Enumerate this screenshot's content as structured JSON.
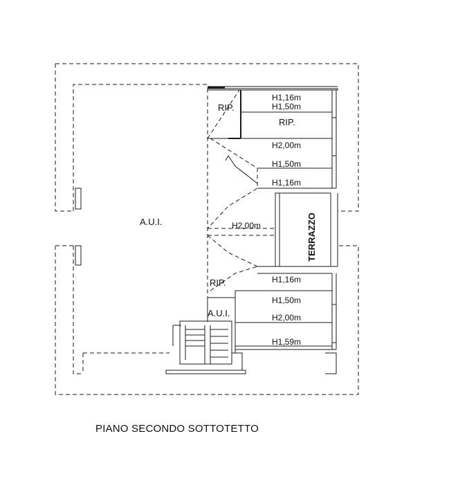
{
  "plan": {
    "caption": "PIANO SECONDO SOTTOTETTO",
    "rooms": {
      "aui_main": "A.U.I.",
      "aui_small": "A.U.I.",
      "rip_top": "RIP.",
      "rip_right": "RIP.",
      "rip_lower": "RIP.",
      "terrazzo": "TERRAZZO"
    },
    "heights": {
      "h_top_116": "H1,16m",
      "h_top_150": "H1,50m",
      "h_200_a": "H2,00m",
      "h_150_a": "H1,50m",
      "h_116_a": "H1,16m",
      "h_200_mid": "H2,00m",
      "h_116_b": "H1,16m",
      "h_150_b": "H1,50m",
      "h_200_b": "H2,00m",
      "h_159": "H1,59m"
    }
  }
}
